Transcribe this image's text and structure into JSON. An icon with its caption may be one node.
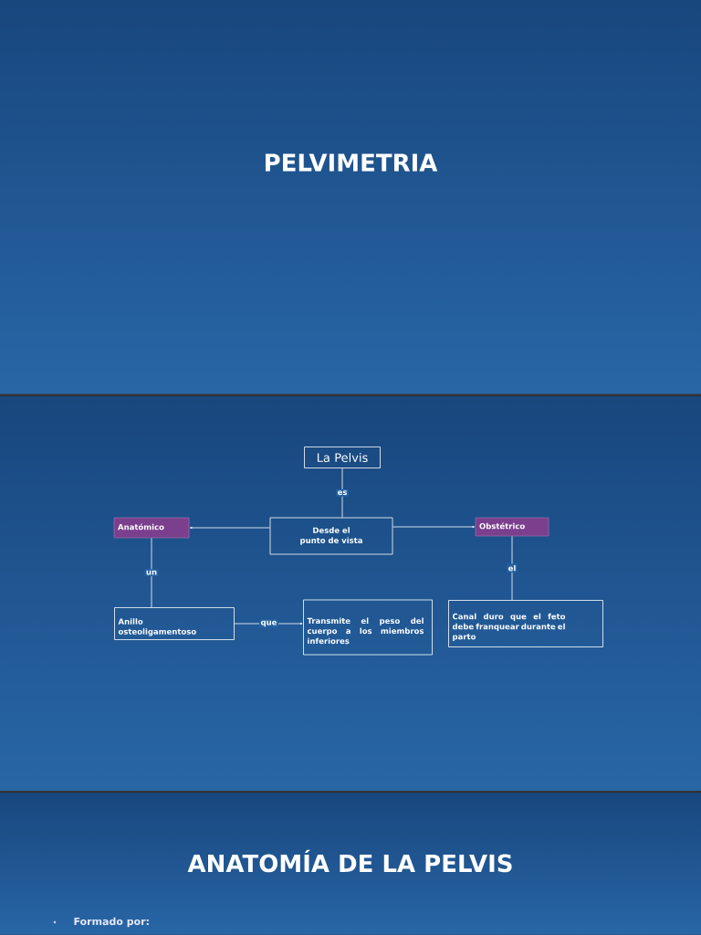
{
  "diagram": {
    "title": "PELVIMETRIA",
    "nodes": [
      {
        "text": [
          "La Pelvis"
        ]
      },
      {
        "text": [
          "Desde el punto de vista"
        ]
      },
      {
        "text": [
          "Anatómico"
        ]
      },
      {
        "text": [
          "Obstétrico"
        ]
      },
      {
        "text": [
          "Anillo osteoligamentoso"
        ]
      },
      {
        "text": [
          "Transmite el peso del cuerpo a los miembros inferiores"
        ]
      },
      {
        "text": [
          "Canal duro que el feto debe franquear durante el parto"
        ]
      }
    ],
    "edges": [
      {
        "from": 0,
        "to": 1,
        "arrow": "none",
        "label": "es"
      },
      {
        "from": 1,
        "to": 2,
        "arrow": "to"
      },
      {
        "from": 1,
        "to": 3,
        "arrow": "to"
      },
      {
        "from": 2,
        "to": 4,
        "arrow": "none",
        "label": "un"
      },
      {
        "from": 4,
        "to": 5,
        "arrow": "to",
        "label": "que"
      },
      {
        "from": 3,
        "to": 6,
        "arrow": "none",
        "label": "el"
      }
    ],
    "labels": [
      "ANATOMÍA DE LA PELVIS",
      "Formado por:"
    ]
  }
}
